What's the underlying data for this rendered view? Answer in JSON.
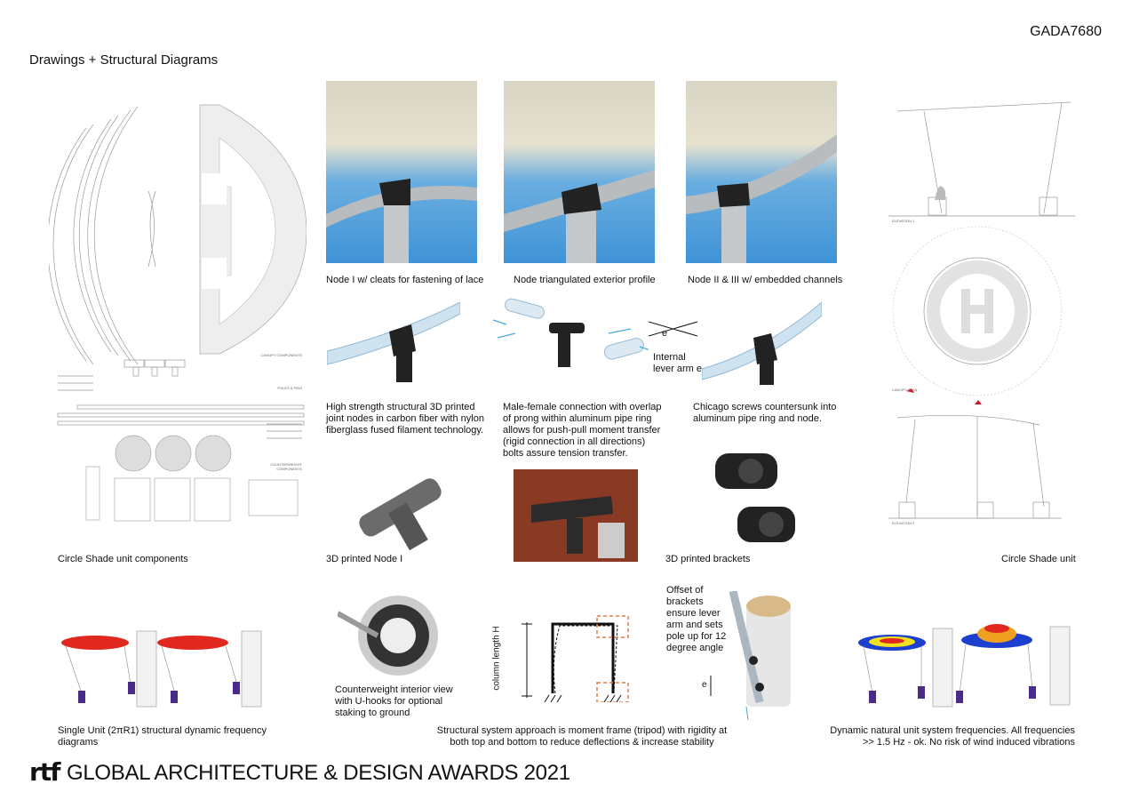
{
  "header": {
    "code": "GADA7680",
    "title": "Drawings + Structural Diagrams"
  },
  "drawings": {
    "canopy_label": "CANOPY COMPONENTS",
    "poles_label": "POLES & PINS",
    "counterweight_label": "COUNTERWEIGHT COMPONENTS",
    "elevation1": "ELEVATION 1",
    "canopy_plan": "CANOPY PLAN",
    "elevation2": "ELEVATION 2"
  },
  "captions": {
    "components": "Circle Shade unit components",
    "node1_photo": "Node I w/ cleats for fastening of lace",
    "node_profile": "Node triangulated exterior profile",
    "node2_photo": "Node II & III w/ embedded channels",
    "joint_nodes": "High strength structural 3D printed joint nodes in carbon fiber with nylon fiberglass fused filament technology.",
    "male_female": "Male-female connection with overlap of prong within aluminum pipe ring allows for push-pull moment transfer (rigid connection in all directions) bolts assure tension transfer.",
    "chicago": "Chicago screws countersunk into aluminum pipe ring and node.",
    "node1_3d": "3D printed Node I",
    "brackets": "3D printed brackets",
    "unit": "Circle Shade unit",
    "single_unit": "Single Unit (2πR1) structural dynamic frequency diagrams",
    "counterweight": "Counterweight interior view with U-hooks for optional staking to ground",
    "offset": "Offset of brackets ensure lever arm and sets pole up for 12 degree angle",
    "moment_frame": "Structural system approach is moment frame (tripod) with rigidity at both top and bottom to reduce deflections & increase stability",
    "dynamic": "Dynamic natural unit system frequencies. All frequencies >> 1.5 Hz - ok. No risk of wind induced vibrations"
  },
  "annotations": {
    "e": "e",
    "lever": "Internal lever arm e",
    "column_length": "column length H",
    "e2": "e"
  },
  "footer": {
    "logo": "rtf",
    "awards": "GLOBAL ARCHITECTURE & DESIGN AWARDS 2021"
  },
  "colors": {
    "sky": "#3f93d6",
    "node": "#222222",
    "frame_box": "#e07a4a",
    "arrow": "#4aa8dc",
    "red_marker": "#d0142c"
  }
}
